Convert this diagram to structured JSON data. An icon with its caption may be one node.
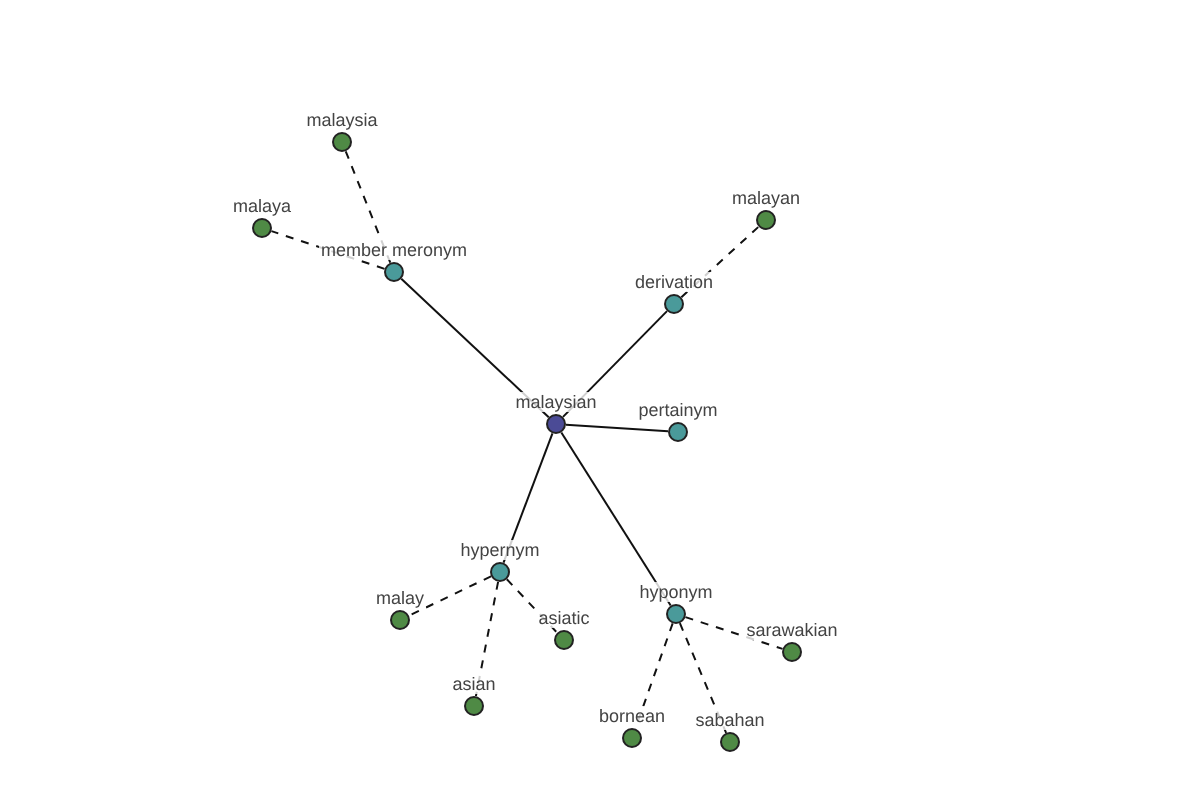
{
  "diagram": {
    "nodes": [
      {
        "text": [
          "malaysian"
        ]
      },
      {
        "text": [
          "member meronym"
        ]
      },
      {
        "text": [
          "derivation"
        ]
      },
      {
        "text": [
          "pertainym"
        ]
      },
      {
        "text": [
          "hypernym"
        ]
      },
      {
        "text": [
          "hyponym"
        ]
      },
      {
        "text": [
          "malaysia"
        ]
      },
      {
        "text": [
          "malaya"
        ]
      },
      {
        "text": [
          "malayan"
        ]
      },
      {
        "text": [
          "malay"
        ]
      },
      {
        "text": [
          "asiatic"
        ]
      },
      {
        "text": [
          "asian"
        ]
      },
      {
        "text": [
          "sarawakian"
        ]
      },
      {
        "text": [
          "bornean"
        ]
      },
      {
        "text": [
          "sabahan"
        ]
      }
    ],
    "edges": [
      {
        "from": 0,
        "to": 1,
        "arrow": "none"
      },
      {
        "from": 0,
        "to": 2,
        "arrow": "none"
      },
      {
        "from": 0,
        "to": 3,
        "arrow": "none"
      },
      {
        "from": 0,
        "to": 4,
        "arrow": "none"
      },
      {
        "from": 0,
        "to": 5,
        "arrow": "none"
      },
      {
        "from": 1,
        "to": 6,
        "arrow": "none",
        "style": "dashed"
      },
      {
        "from": 1,
        "to": 7,
        "arrow": "none",
        "style": "dashed"
      },
      {
        "from": 2,
        "to": 8,
        "arrow": "none",
        "style": "dashed"
      },
      {
        "from": 4,
        "to": 9,
        "arrow": "none",
        "style": "dashed"
      },
      {
        "from": 4,
        "to": 10,
        "arrow": "none",
        "style": "dashed"
      },
      {
        "from": 4,
        "to": 11,
        "arrow": "none",
        "style": "dashed"
      },
      {
        "from": 5,
        "to": 12,
        "arrow": "none",
        "style": "dashed"
      },
      {
        "from": 5,
        "to": 13,
        "arrow": "none",
        "style": "dashed"
      },
      {
        "from": 5,
        "to": 14,
        "arrow": "none",
        "style": "dashed"
      }
    ]
  }
}
